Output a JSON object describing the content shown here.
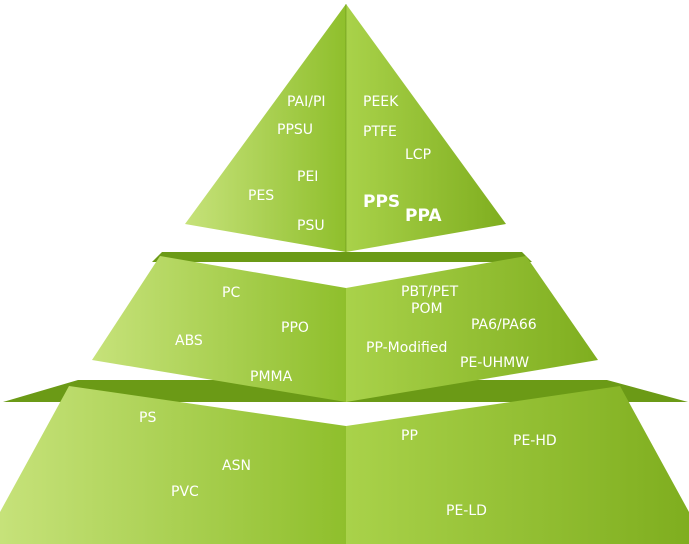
{
  "colors": {
    "left_face_light": "#c6e27a",
    "left_face_dark": "#8fbf2c",
    "right_face_light": "#a9d24a",
    "right_face_dark": "#7fae1f",
    "top_face": "#6b9a16",
    "label": "#ffffff",
    "highlight": "#cc0000"
  },
  "tiers": {
    "top": {
      "left_labels": [
        "PAI/PI",
        "PPSU",
        "PEI",
        "PES",
        "PSU"
      ],
      "right_labels": [
        "PEEK",
        "PTFE",
        "LCP"
      ],
      "highlighted_labels": [
        "PPS",
        "PPA"
      ]
    },
    "middle": {
      "left_labels": [
        "PC",
        "PPO",
        "ABS",
        "PMMA"
      ],
      "right_labels": [
        "PBT/PET",
        "POM",
        "PA6/PA66",
        "PP-Modified",
        "PE-UHMW"
      ]
    },
    "bottom": {
      "left_labels": [
        "PS",
        "ASN",
        "PVC"
      ],
      "right_labels": [
        "PP",
        "PE-HD",
        "PE-LD"
      ]
    }
  }
}
